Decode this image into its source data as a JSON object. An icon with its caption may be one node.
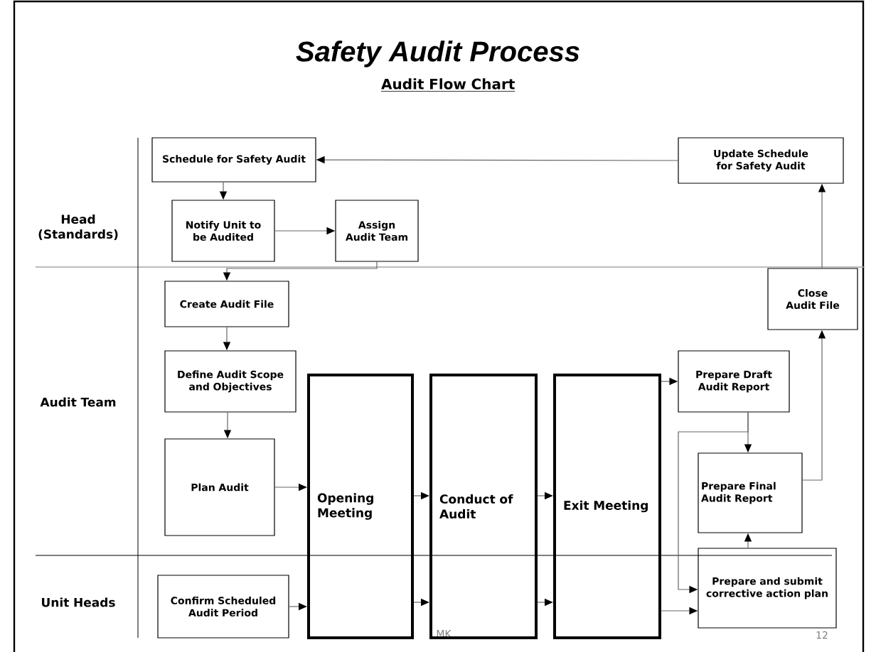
{
  "diagram": {
    "title": "Safety Audit Process",
    "nodes": [
      {
        "text": [
          "Schedule for Safety Audit"
        ]
      },
      {
        "text": [
          "Update Schedule for Safety Audit"
        ]
      },
      {
        "text": [
          "Notify Unit to be Audited"
        ]
      },
      {
        "text": [
          "Assign Audit Team"
        ]
      },
      {
        "text": [
          "Create Audit File"
        ]
      },
      {
        "text": [
          "Close Audit File"
        ]
      },
      {
        "text": [
          "Define Audit Scope and Objectives"
        ]
      },
      {
        "text": [
          "Prepare Draft Audit Report"
        ]
      },
      {
        "text": [
          "Plan Audit"
        ]
      },
      {
        "text": [
          "Opening Meeting"
        ]
      },
      {
        "text": [
          "Conduct of Audit"
        ]
      },
      {
        "text": [
          "Exit Meeting"
        ]
      },
      {
        "text": [
          "Prepare Final Audit Report"
        ]
      },
      {
        "text": [
          "Confirm Scheduled Audit Period"
        ]
      },
      {
        "text": [
          "Prepare and submit corrective action plan"
        ]
      }
    ],
    "edges": [
      {
        "from": 1,
        "to": 0,
        "arrow": "to"
      },
      {
        "from": 0,
        "to": 2,
        "arrow": "to"
      },
      {
        "from": 2,
        "to": 3,
        "arrow": "to"
      },
      {
        "from": 3,
        "to": 4,
        "arrow": "to"
      },
      {
        "from": 4,
        "to": 6,
        "arrow": "to"
      },
      {
        "from": 6,
        "to": 8,
        "arrow": "to"
      },
      {
        "from": 8,
        "to": 9,
        "arrow": "to"
      },
      {
        "from": 13,
        "to": 9,
        "arrow": "to"
      },
      {
        "from": 9,
        "to": 10,
        "arrow": "to"
      },
      {
        "from": 9,
        "to": 10,
        "arrow": "to"
      },
      {
        "from": 10,
        "to": 11,
        "arrow": "to"
      },
      {
        "from": 10,
        "to": 11,
        "arrow": "to"
      },
      {
        "from": 11,
        "to": 7,
        "arrow": "to"
      },
      {
        "from": 11,
        "to": 14,
        "arrow": "to"
      },
      {
        "from": 7,
        "to": 12,
        "arrow": "to"
      },
      {
        "from": 7,
        "to": 14,
        "arrow": "to"
      },
      {
        "from": 14,
        "to": 12,
        "arrow": "to"
      },
      {
        "from": 12,
        "to": 5,
        "arrow": "to"
      },
      {
        "from": 5,
        "to": 1,
        "arrow": "to"
      }
    ],
    "labels": [
      "Audit Flow Chart",
      "Head (Standards)",
      "Audit Team",
      "Unit Heads",
      "MK",
      "12"
    ]
  }
}
